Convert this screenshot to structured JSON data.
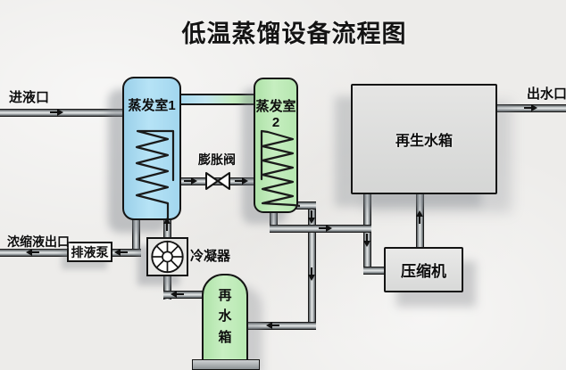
{
  "title": "低温蒸馏设备流程图",
  "nodes": {
    "inlet": {
      "label": "进液口"
    },
    "outlet": {
      "label": "出水口"
    },
    "evaporator1": {
      "label": "蒸发室1",
      "fill": "#a6d9ef"
    },
    "evaporator2": {
      "label": "蒸发室2",
      "fill": "#b9e8b3"
    },
    "expansion_valve": {
      "label": "膨胀阀"
    },
    "regen_tank": {
      "label": "再生水箱",
      "fill": "#dedede"
    },
    "compressor": {
      "label": "压缩机",
      "fill": "#e2e2e2"
    },
    "condenser": {
      "label": "冷凝器"
    },
    "drain_pump": {
      "label": "排液泵"
    },
    "concentrate_outlet": {
      "label": "浓缩液出口"
    },
    "rewater_tank": {
      "label": "再水箱",
      "fill": "#bce9b6"
    }
  },
  "colors": {
    "background": "#edecea",
    "pipe_dark": "#1c1c1c",
    "pipe_light": "#e4e7e7",
    "line": "#141414",
    "evaporator1_fill": "#a6d9ef",
    "evaporator2_fill": "#b9e8b3",
    "tank_fill": "#dedede"
  }
}
